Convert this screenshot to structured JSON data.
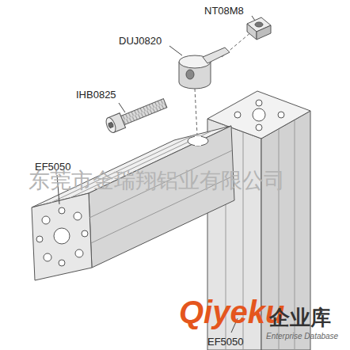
{
  "diagram": {
    "labels": [
      "NT08M8",
      "DUJ0820",
      "IHB0825",
      "EF5050",
      "东莞市金瑞翔铝业有限公司",
      "Qiyeku",
      "企业库",
      "EF5050",
      "Enterprise Database"
    ]
  }
}
